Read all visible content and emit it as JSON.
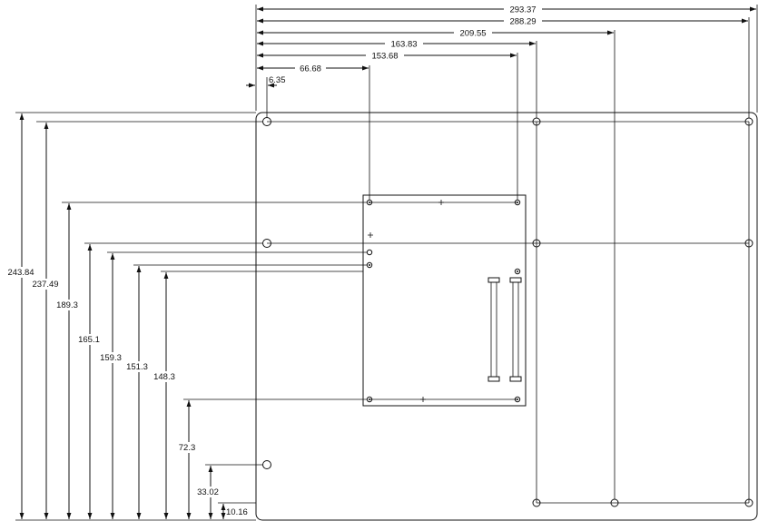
{
  "drawing": {
    "horizontal_dims": [
      "293.37",
      "288.29",
      "209.55",
      "163.83",
      "153.68",
      "66.68",
      "6.35"
    ],
    "vertical_dims": [
      "243.84",
      "237.49",
      "189.3",
      "165.1",
      "159.3",
      "151.3",
      "148.3",
      "72.3",
      "33.02",
      "10.16"
    ]
  }
}
